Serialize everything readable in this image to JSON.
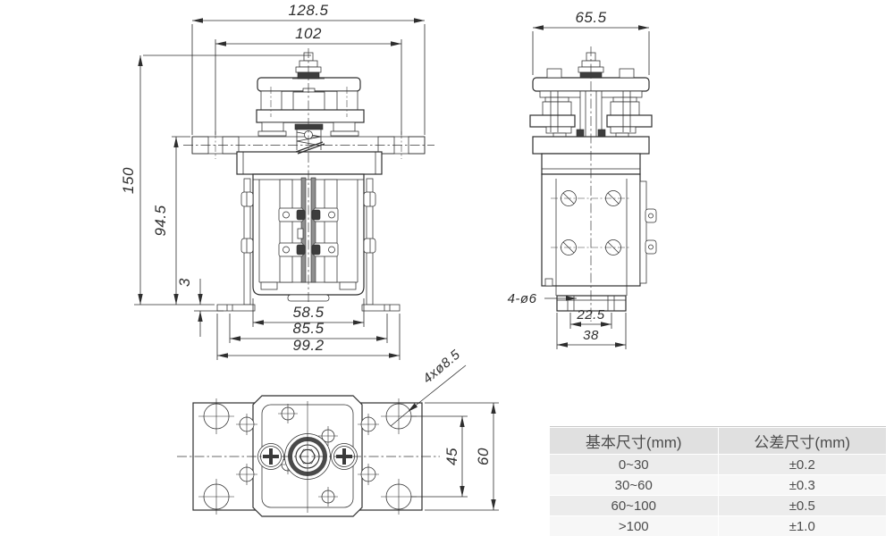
{
  "front_view": {
    "dims": {
      "overall_width": "128.5",
      "mount_hole_spacing": "102",
      "overall_height": "150",
      "height_below_flange": "94.5",
      "bracket_thickness": "3",
      "body_width": "58.5",
      "foot_hole_spacing": "85.5",
      "foot_overall_width": "99.2"
    }
  },
  "side_view": {
    "dims": {
      "overall_depth": "65.5",
      "mount_holes": "4-ø6",
      "foot_hole_spacing": "22.5",
      "foot_depth": "38"
    }
  },
  "bottom_view": {
    "dims": {
      "corner_holes": "4xø8.5",
      "hole_spacing_vertical": "45",
      "flange_depth": "60"
    }
  },
  "tolerance_table": {
    "headers": [
      "基本尺寸(mm)",
      "公差尺寸(mm)"
    ],
    "rows": [
      {
        "basic": "0~30",
        "tolerance": "±0.2"
      },
      {
        "basic": "30~60",
        "tolerance": "±0.3"
      },
      {
        "basic": "60~100",
        "tolerance": "±0.5"
      },
      {
        "basic": ">100",
        "tolerance": "±1.0"
      }
    ]
  },
  "colors": {
    "line": "#2e2e2e",
    "table_header_bg": "#e0e0e0",
    "table_row_odd_bg": "#ececec",
    "table_row_even_bg": "#f7f7f7",
    "table_text": "#4c4c4c"
  }
}
